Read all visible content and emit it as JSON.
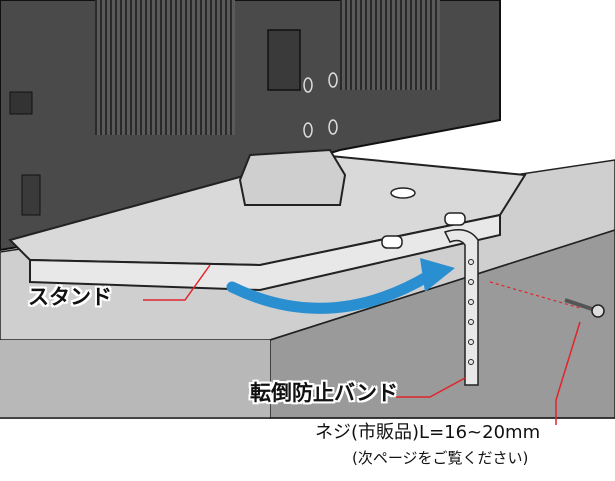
{
  "labels": {
    "stand": "スタンド",
    "band": "転倒防止バンド",
    "screw": "ネジ(市販品)L=16~20mm",
    "note": "(次ページをご覧ください)"
  },
  "colors": {
    "leader": "#e0252b",
    "arrow": "#2a8fd0",
    "tv_body": "#4a4a4a",
    "tabletop": "#cfcfcf",
    "cabinet_front": "#9a9a9a",
    "stand_top": "#d9d9d9"
  },
  "icons": {
    "arrow": "curved-arrow-icon",
    "screw": "screw-icon"
  }
}
